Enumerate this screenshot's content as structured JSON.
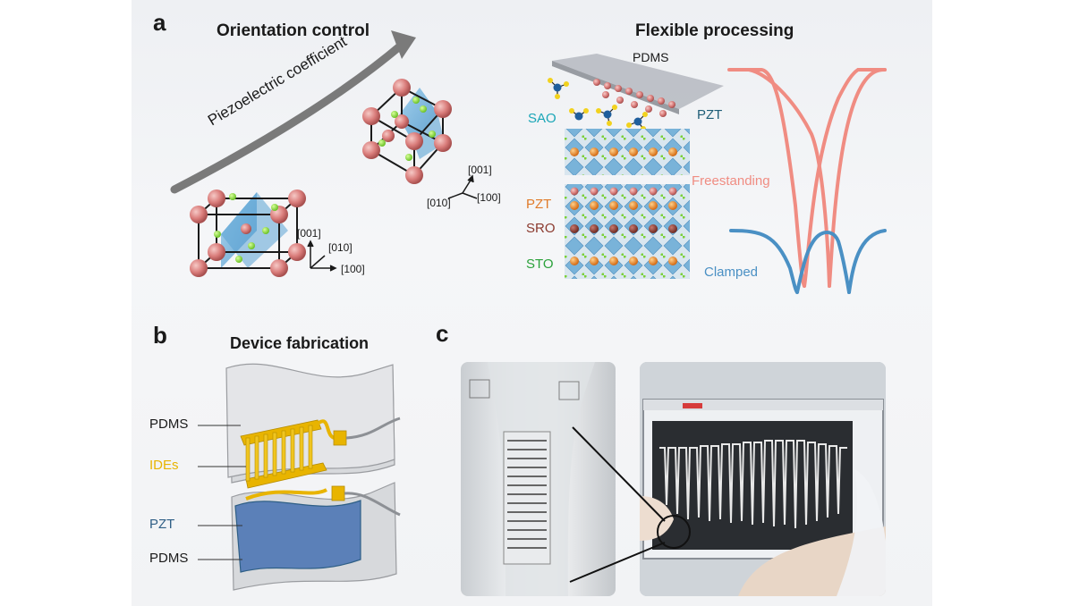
{
  "panel_a": {
    "letter": "a",
    "orientation_heading": "Orientation control",
    "arrow_label": "Piezoelectric coefficient",
    "crystal_bottom_axes": {
      "z": "[001]",
      "y": "[010]",
      "x": "[100]"
    },
    "crystal_top_axes": {
      "z": "[001]",
      "y": "[010]",
      "x": "[100]"
    },
    "flexible_heading": "Flexible processing",
    "stack_labels": {
      "pdms": "PDMS",
      "sao": "SAO",
      "pzt_top": "PZT",
      "pzt": "PZT",
      "sro": "SRO",
      "sto": "STO"
    },
    "curve_labels": {
      "freestanding": "Freestanding",
      "clamped": "Clamped"
    },
    "colors": {
      "freestanding": "#f08c82",
      "clamped": "#4a90c4",
      "sao": "#1aa6b7",
      "pzt_top": "#1f5e78",
      "pzt": "#e07b2a",
      "sro": "#8b3a2e",
      "sto": "#2aa13a",
      "arrow": "#7a7a7a"
    }
  },
  "panel_b": {
    "letter": "b",
    "heading": "Device fabrication",
    "labels": {
      "pdms_top": "PDMS",
      "ides": "IDEs",
      "pzt": "PZT",
      "pdms_bottom": "PDMS"
    },
    "colors": {
      "ides": "#e8b400",
      "pzt": "#2f5f86"
    }
  },
  "panel_c": {
    "letter": "c"
  }
}
